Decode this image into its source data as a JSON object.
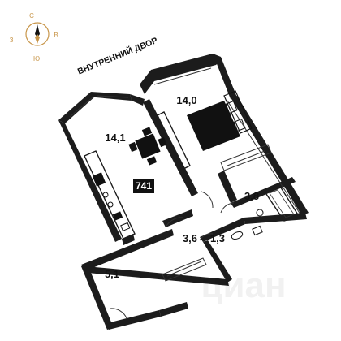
{
  "compass": {
    "north": "С",
    "south": "Ю",
    "west": "З",
    "east": "В"
  },
  "courtyard_label": "ВНУТРЕННИЙ ДВОР",
  "unit_number": "741",
  "rooms": {
    "bedroom": "14,0",
    "kitchen_living": "14,1",
    "bathroom": "3,8",
    "hall": "3,6",
    "wc": "1,3",
    "entry": "5,1"
  },
  "watermark": "циан",
  "colors": {
    "compass": "#c8964a",
    "walls": "#1c1c1c",
    "badge": "#111111"
  }
}
